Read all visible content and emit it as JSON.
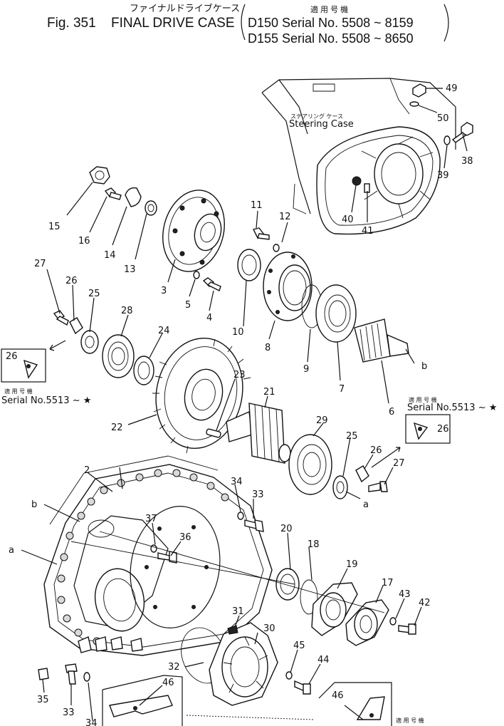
{
  "header": {
    "jp_title": "ファイナルドライブケース",
    "fig": "Fig. 351",
    "title": "FINAL DRIVE CASE",
    "applicability_jp": "適 用 号 機",
    "serial_line_1": "D150 Serial No. 5508 ~ 8159",
    "serial_line_2": "D155 Serial No. 5508 ~ 8650"
  },
  "annotations": {
    "steering_case_jp": "ステアリング ケース",
    "steering_case": "Steering Case",
    "applicability_jp": "適 用 号 機",
    "serial_left": "Serial  No.5513 ~ ★",
    "serial_right": "Serial  No.5513 ~ ★",
    "applicability_bottom_jp": "適 用 号 機"
  },
  "callouts": {
    "p49": "49",
    "p50": "50",
    "p38": "38",
    "p39": "39",
    "p40": "40",
    "p41": "41",
    "p11": "11",
    "p12": "12",
    "p15": "15",
    "p16": "16",
    "p14": "14",
    "p13": "13",
    "p3": "3",
    "p5": "5",
    "p4": "4",
    "p10": "10",
    "p8": "8",
    "p9": "9",
    "p7": "7",
    "p6": "6",
    "b_top": "b",
    "p27a": "27",
    "p26a": "26",
    "p25a": "25",
    "p28": "28",
    "p24": "24",
    "p26box_l": "26",
    "p23": "23",
    "p21": "21",
    "p22": "22",
    "p26box_r": "26",
    "p29": "29",
    "p25b": "25",
    "p26b": "26",
    "p27b": "27",
    "a_mid": "a",
    "p2": "2",
    "p34": "34",
    "p33a": "33",
    "b_left": "b",
    "a_left": "a",
    "p37": "37",
    "p36": "36",
    "p20": "20",
    "p18": "18",
    "p19": "19",
    "p17": "17",
    "p43": "43",
    "p42": "42",
    "p31": "31",
    "p30": "30",
    "p32": "32",
    "p45": "45",
    "p44": "44",
    "p46a": "46",
    "p35": "35",
    "p33b": "33",
    "p34b": "34",
    "p46b": "46"
  }
}
